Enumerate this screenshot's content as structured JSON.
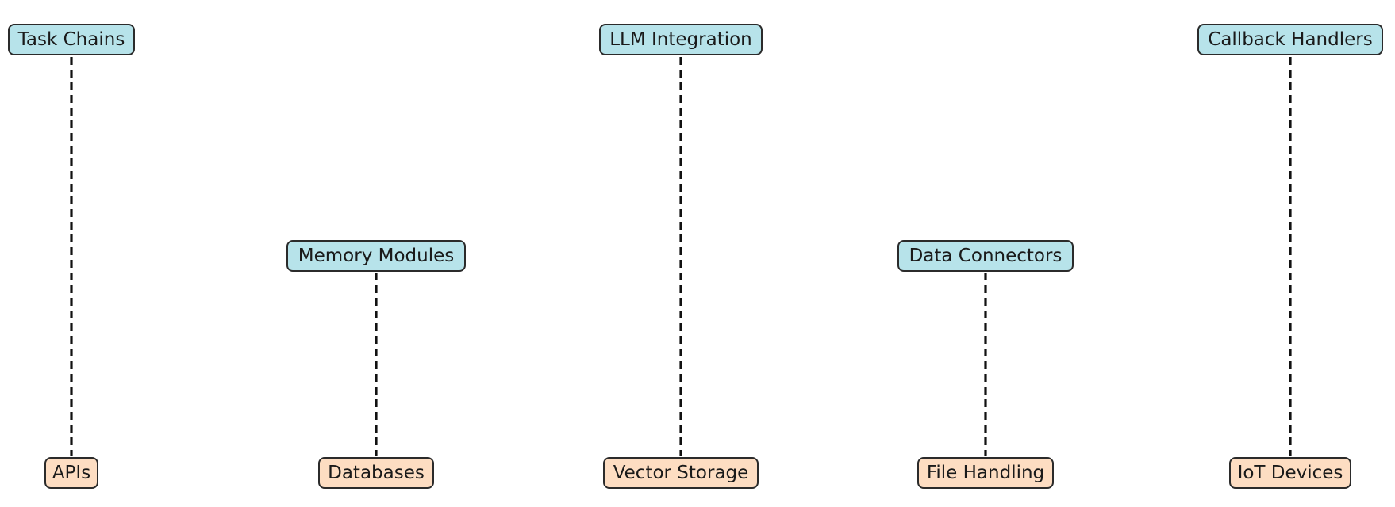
{
  "diagram": {
    "top_nodes": [
      {
        "label": "Task Chains"
      },
      {
        "label": "Memory Modules"
      },
      {
        "label": "LLM Integration"
      },
      {
        "label": "Data Connectors"
      },
      {
        "label": "Callback Handlers"
      }
    ],
    "bottom_nodes": [
      {
        "label": "APIs"
      },
      {
        "label": "Databases"
      },
      {
        "label": "Vector Storage"
      },
      {
        "label": "File Handling"
      },
      {
        "label": "IoT Devices"
      }
    ],
    "edges": [
      {
        "from": "Task Chains",
        "to": "APIs",
        "style": "dashed"
      },
      {
        "from": "Memory Modules",
        "to": "Databases",
        "style": "dashed"
      },
      {
        "from": "LLM Integration",
        "to": "Vector Storage",
        "style": "dashed"
      },
      {
        "from": "Data Connectors",
        "to": "File Handling",
        "style": "dashed"
      },
      {
        "from": "Callback Handlers",
        "to": "IoT Devices",
        "style": "dashed"
      }
    ],
    "colors": {
      "top_fill": "#b7e3ea",
      "bottom_fill": "#fdddc2",
      "border": "#2b2b2b",
      "edge": "#111111"
    }
  }
}
